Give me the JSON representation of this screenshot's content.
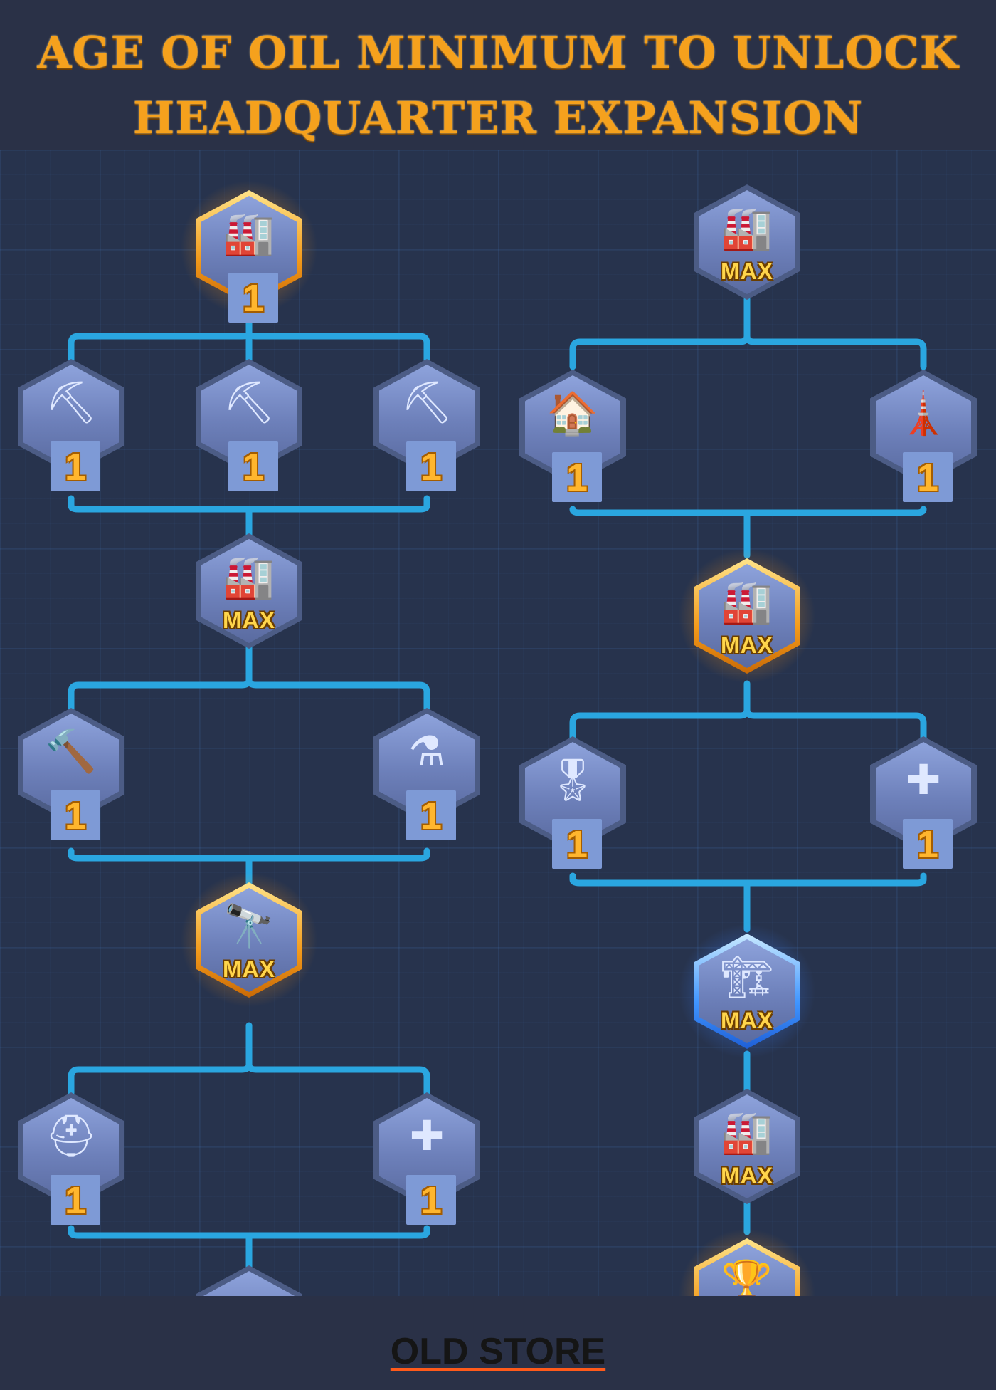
{
  "header": {
    "title_line1": "AGE OF OIL MINIMUM TO UNLOCK",
    "title_line2": "HEADQUARTER EXPANSION"
  },
  "tree": {
    "left": {
      "root": {
        "icon": "headquarter-plus-one-icon",
        "glyph": "🏭",
        "level": "1",
        "style": "gold"
      },
      "tier1": [
        {
          "icon": "shovel-food-icon",
          "glyph": "⛏",
          "level": "1"
        },
        {
          "icon": "shovel-stone-icon",
          "glyph": "⛏",
          "level": "1"
        },
        {
          "icon": "shovel-coin-icon",
          "glyph": "⛏",
          "level": "1"
        }
      ],
      "hub1": {
        "icon": "headquarter-upgrade-icon",
        "glyph": "🏭",
        "level": "MAX"
      },
      "tier2": [
        {
          "icon": "hammer-speed-icon",
          "glyph": "🔨",
          "level": "1"
        },
        {
          "icon": "flask-speed-icon",
          "glyph": "⚗",
          "level": "1"
        }
      ],
      "hub2": {
        "icon": "research-globe-icon",
        "glyph": "🔭",
        "level": "MAX",
        "style": "gold"
      },
      "tier3": [
        {
          "icon": "helmet-speed-icon",
          "glyph": "⛑",
          "level": "1"
        },
        {
          "icon": "medkit-speed-icon",
          "glyph": "✚",
          "level": "1"
        }
      ]
    },
    "right": {
      "root": {
        "icon": "headquarter-upgrade-icon",
        "glyph": "🏭",
        "level": "MAX"
      },
      "tier1": [
        {
          "icon": "building-upgrade-icon",
          "glyph": "🏠",
          "level": "1"
        },
        {
          "icon": "tower-upgrade-icon",
          "glyph": "🗼",
          "level": "1"
        }
      ],
      "hub1": {
        "icon": "headquarter-plus-one-icon",
        "glyph": "🏭",
        "level": "MAX",
        "style": "gold"
      },
      "tier2": [
        {
          "icon": "rank-badge-icon",
          "glyph": "🎖",
          "level": "1"
        },
        {
          "icon": "medkit-percent-icon",
          "glyph": "✚",
          "level": "1"
        }
      ],
      "hub2": {
        "icon": "factory-plus-one-icon",
        "glyph": "🏗",
        "level": "MAX",
        "style": "blue"
      },
      "hub3": {
        "icon": "headquarter-upgrade-icon",
        "glyph": "🏭",
        "level": "MAX"
      },
      "hub4": {
        "icon": "golden-statue-icon",
        "glyph": "🏆",
        "level": "",
        "style": "gold"
      }
    }
  },
  "footer": {
    "link": "OLD STORE"
  },
  "colors": {
    "background": "#2a3147",
    "title": "#f5a11d",
    "connector": "#2aa6e0",
    "level_text": "#ffb62e"
  }
}
